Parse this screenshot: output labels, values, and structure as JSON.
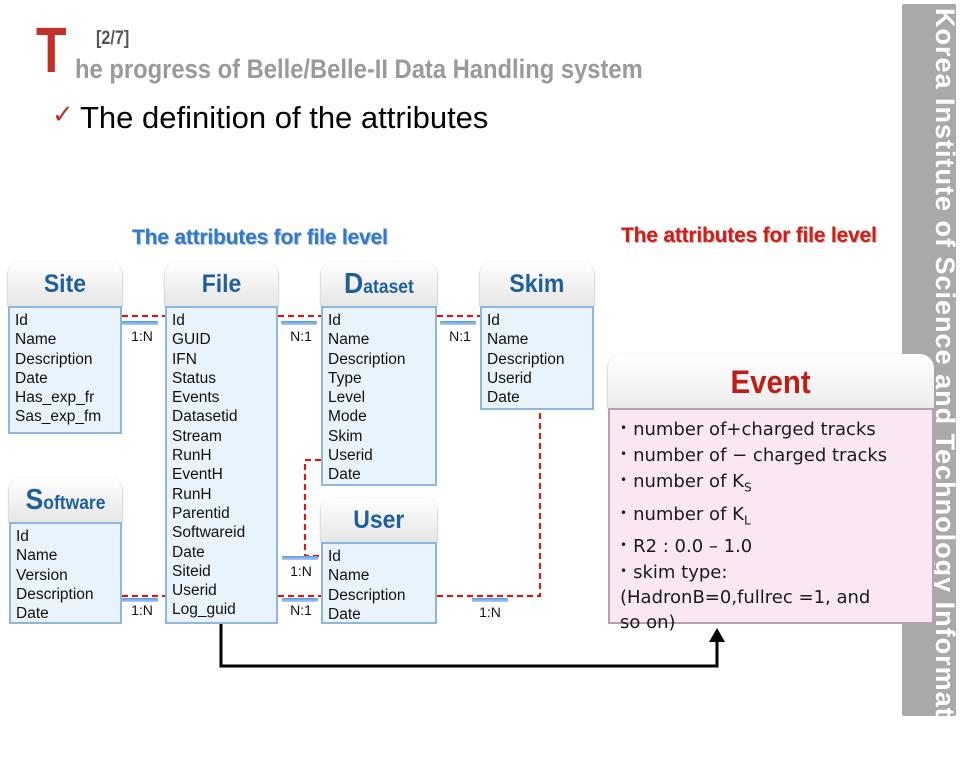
{
  "sidebar": {
    "text": "Korea Institute of Science and Technology Information"
  },
  "header": {
    "big_letter": "T",
    "page_number": "[2/7]",
    "title_rest": "he progress of Belle/Belle-II Data Handling system",
    "check_icon": "check-icon",
    "subtitle": "The definition of the attributes"
  },
  "labels": {
    "left": "The attributes for file level",
    "right": "The attributes for file level",
    "left_color": "#3478c6",
    "right_color": "#c8201a"
  },
  "entities": {
    "site": {
      "title": "Site",
      "attributes": [
        "Id",
        "Name",
        "Description",
        "Date",
        "Has_exp_fr",
        "Sas_exp_fm"
      ]
    },
    "file": {
      "title": "File",
      "attributes": [
        "Id",
        "GUID",
        "IFN",
        "Status",
        "Events",
        "Datasetid",
        "Stream",
        "RunH",
        "EventH",
        "RunH",
        "Parentid",
        "Softwareid",
        "Date",
        "Siteid",
        "Userid",
        "Log_guid"
      ]
    },
    "dataset": {
      "title_cap": "D",
      "title_rest": "ataset",
      "attributes": [
        "Id",
        "Name",
        "Description",
        "Type",
        "Level",
        "Mode",
        "Skim",
        "Userid",
        "Date"
      ]
    },
    "skim": {
      "title": "Skim",
      "attributes": [
        "Id",
        "Name",
        "Description",
        "Userid",
        "Date"
      ]
    },
    "software": {
      "title_cap": "S",
      "title_rest": "oftware",
      "attributes": [
        "Id",
        "Name",
        "Version",
        "Description",
        "Date"
      ]
    },
    "user": {
      "title": "User",
      "attributes": [
        "Id",
        "Name",
        "Description",
        "Date"
      ]
    }
  },
  "event": {
    "title": "Event",
    "items": [
      {
        "text": "number of+charged tracks"
      },
      {
        "text": "number of − charged tracks"
      },
      {
        "text": "number of K",
        "sub": "S"
      },
      {
        "text": "number of K",
        "sub": "L"
      },
      {
        "text": "R2 : 0.0 – 1.0"
      },
      {
        "text": "skim type:"
      }
    ],
    "continuation": [
      "(HadronB=0,fullrec =1, and",
      "so on)"
    ]
  },
  "relations": {
    "site_file": "1:N",
    "file_dataset": "N:1",
    "dataset_skim": "N:1",
    "dataset_user": "1:N",
    "software_file": "1:N",
    "file_user": "N:1",
    "user_skim": "1:N"
  },
  "colors": {
    "accent_red": "#c4312a",
    "entity_title": "#1f5fa0",
    "entity_body": "#e9f3fb",
    "event_title": "#c01d17",
    "event_body": "#fbe6f5",
    "link_dashed": "#cc1d1d"
  }
}
